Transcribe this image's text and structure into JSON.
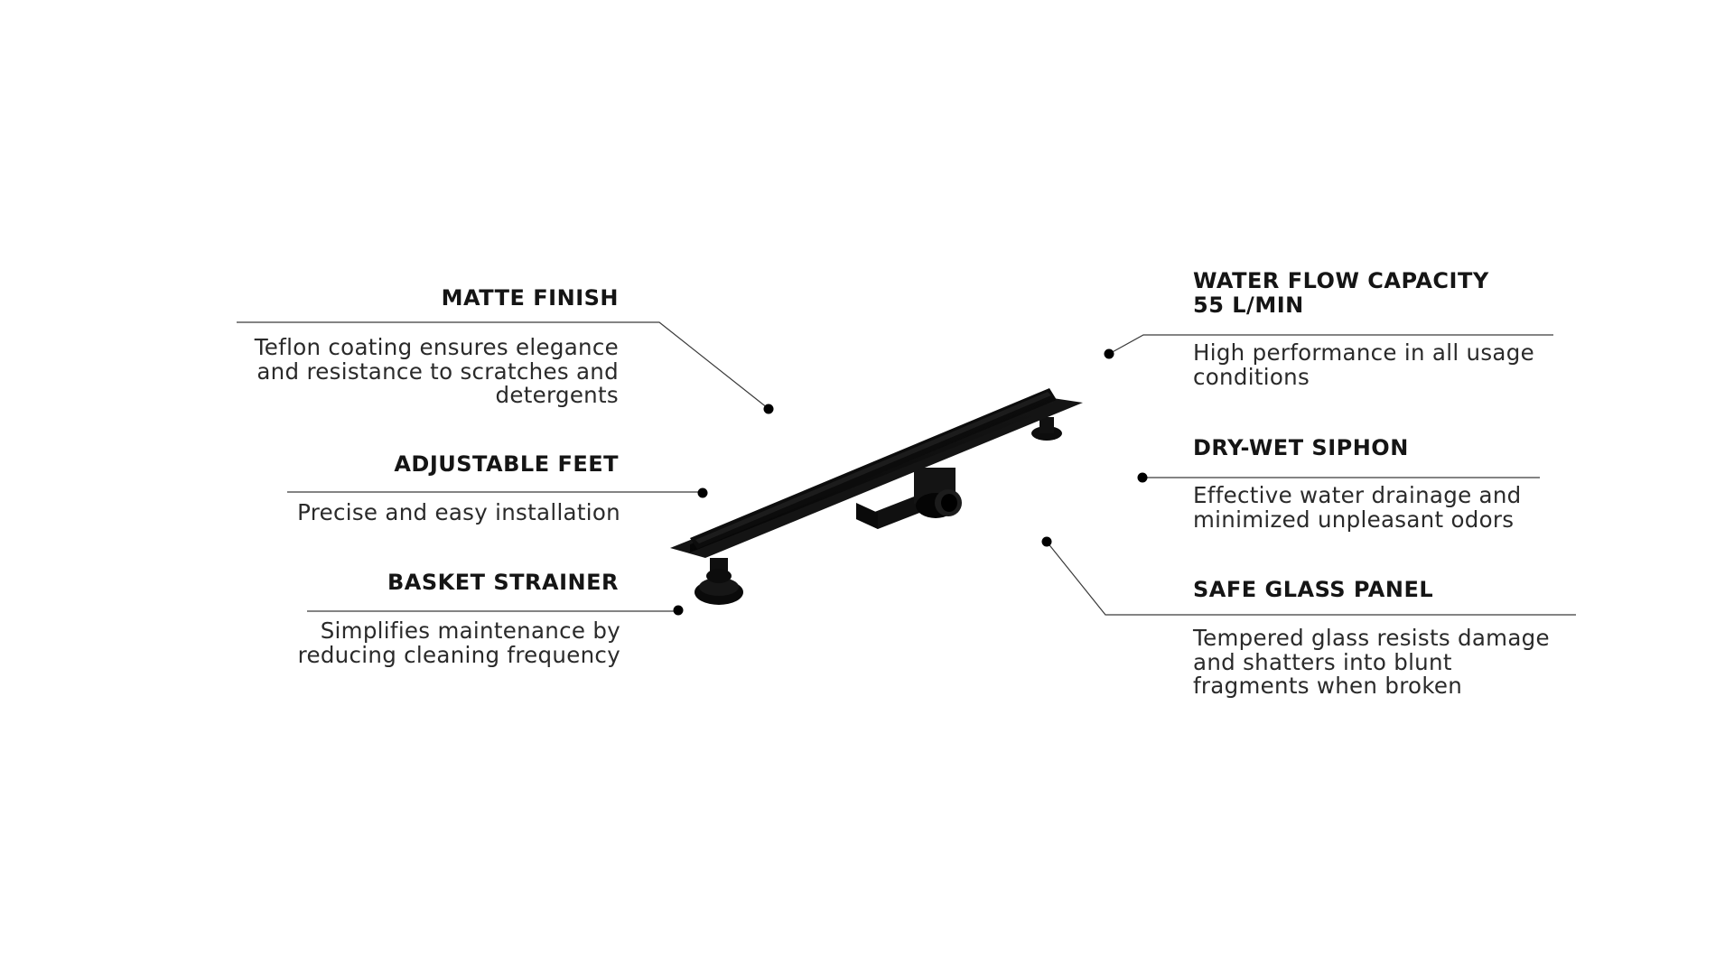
{
  "features": {
    "matte_finish": {
      "title": "MATTE FINISH",
      "description": [
        "Teflon coating ensures elegance",
        "and resistance to scratches and",
        "detergents"
      ]
    },
    "adjustable_feet": {
      "title": "ADJUSTABLE FEET",
      "description": [
        "Precise and easy installation"
      ]
    },
    "basket_strainer": {
      "title": "BASKET STRAINER",
      "description": [
        "Simplifies maintenance by",
        "reducing cleaning frequency"
      ]
    },
    "water_flow": {
      "title": [
        "WATER FLOW CAPACITY",
        "55 L/MIN"
      ],
      "description": [
        "High performance in all usage",
        "conditions"
      ]
    },
    "dry_wet_siphon": {
      "title": "DRY-WET SIPHON",
      "description": [
        "Effective water drainage and",
        "minimized unpleasant odors"
      ]
    },
    "safe_glass_panel": {
      "title": "SAFE GLASS PANEL",
      "description": [
        "Tempered glass resists damage",
        "and shatters into blunt",
        "fragments when broken"
      ]
    }
  },
  "colors": {
    "text": "#151515",
    "line": "#3a3a3a",
    "product": "#0a0a0a",
    "background": "#ffffff"
  },
  "product": {
    "image": "black-linear-shower-drain-with-glass-panel"
  }
}
